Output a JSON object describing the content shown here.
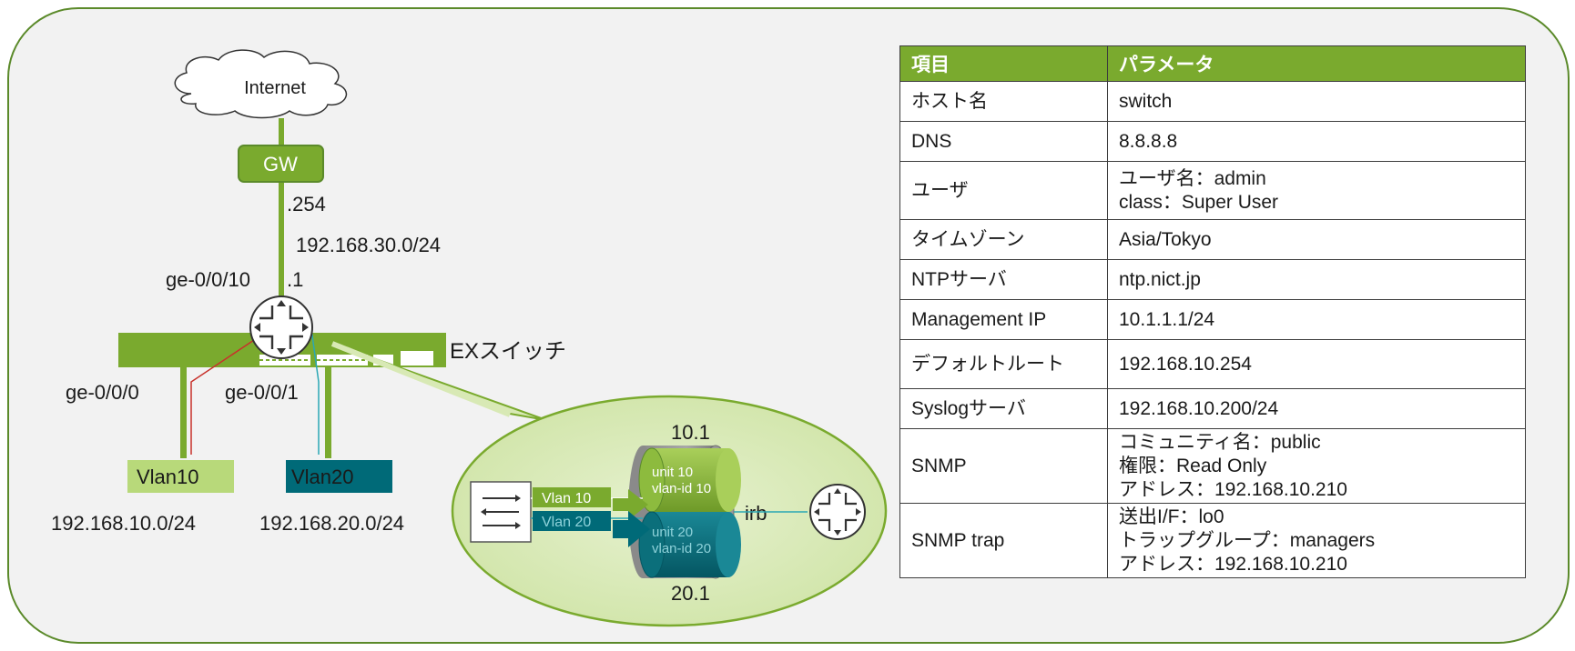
{
  "diagram": {
    "internet": "Internet",
    "gw": "GW",
    "gw_host": ".254",
    "wan_subnet": "192.168.30.0/24",
    "uplink_port": "ge-0/0/10",
    "switch_host": ".1",
    "switch_name": "EXスイッチ",
    "port_a": "ge-0/0/0",
    "port_b": "ge-0/0/1",
    "vlan_a": "Vlan10",
    "vlan_b": "Vlan20",
    "subnet_a": "192.168.10.0/24",
    "subnet_b": "192.168.20.0/24",
    "colors": {
      "accent": "#7aaa2e",
      "teal": "#006a78",
      "frame": "#5b8a2a"
    },
    "detail": {
      "addr_top": "10.1",
      "addr_bottom": "20.1",
      "vlan_a_tag": "Vlan 10",
      "vlan_b_tag": "Vlan 20",
      "unit_a_line1": "unit 10",
      "unit_a_line2": "vlan-id 10",
      "unit_b_line1": "unit 20",
      "unit_b_line2": "vlan-id 20",
      "irb": "irb"
    }
  },
  "table": {
    "headers": [
      "項目",
      "パラメータ"
    ],
    "rows": [
      {
        "item": "ホスト名",
        "values": [
          "switch"
        ]
      },
      {
        "item": "DNS",
        "values": [
          "8.8.8.8"
        ]
      },
      {
        "item": "ユーザ",
        "values": [
          "ユーザ名：admin",
          "class：Super User"
        ]
      },
      {
        "item": "タイムゾーン",
        "values": [
          "Asia/Tokyo"
        ]
      },
      {
        "item": "NTPサーバ",
        "values": [
          "ntp.nict.jp"
        ]
      },
      {
        "item": "Management IP",
        "values": [
          "10.1.1.1/24"
        ]
      },
      {
        "item": "デフォルトルート",
        "values": [
          "192.168.10.254"
        ]
      },
      {
        "item": "Syslogサーバ",
        "values": [
          "192.168.10.200/24"
        ]
      },
      {
        "item": "SNMP",
        "values": [
          "コミュニティ名：public",
          "権限：Read Only",
          "アドレス：192.168.10.210"
        ]
      },
      {
        "item": "SNMP trap",
        "values": [
          "送出I/F：lo0",
          "トラップグループ：managers",
          "アドレス：192.168.10.210"
        ]
      }
    ]
  }
}
